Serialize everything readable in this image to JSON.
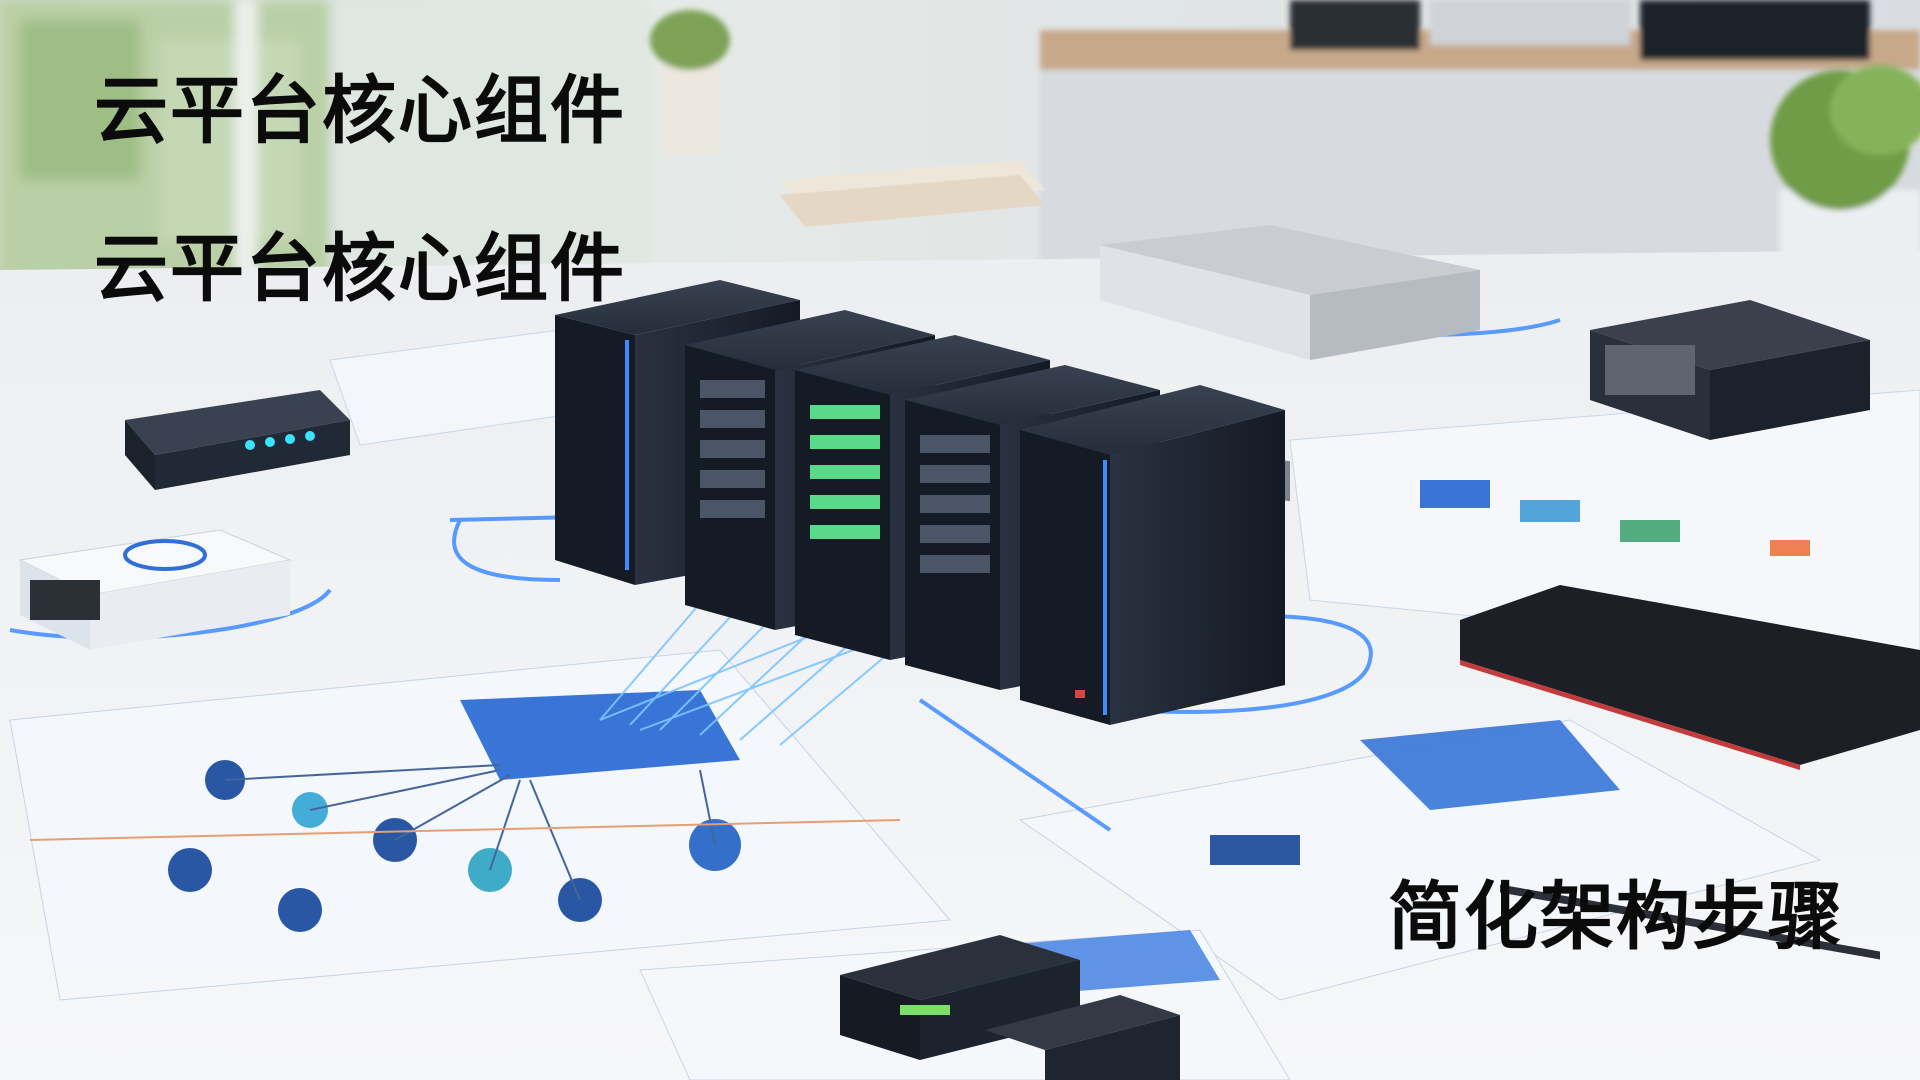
{
  "captions": {
    "top_1": "云平台核心组件",
    "top_2": "云平台核心组件",
    "bottom_right": "简化架构步骤"
  },
  "palette": {
    "desk": "#f1f3f5",
    "server_body": "#1c2330",
    "glow_blue": "#3d8bff",
    "doc_blue": "#2f6fd6",
    "caption_text": "#0b0b0b"
  }
}
